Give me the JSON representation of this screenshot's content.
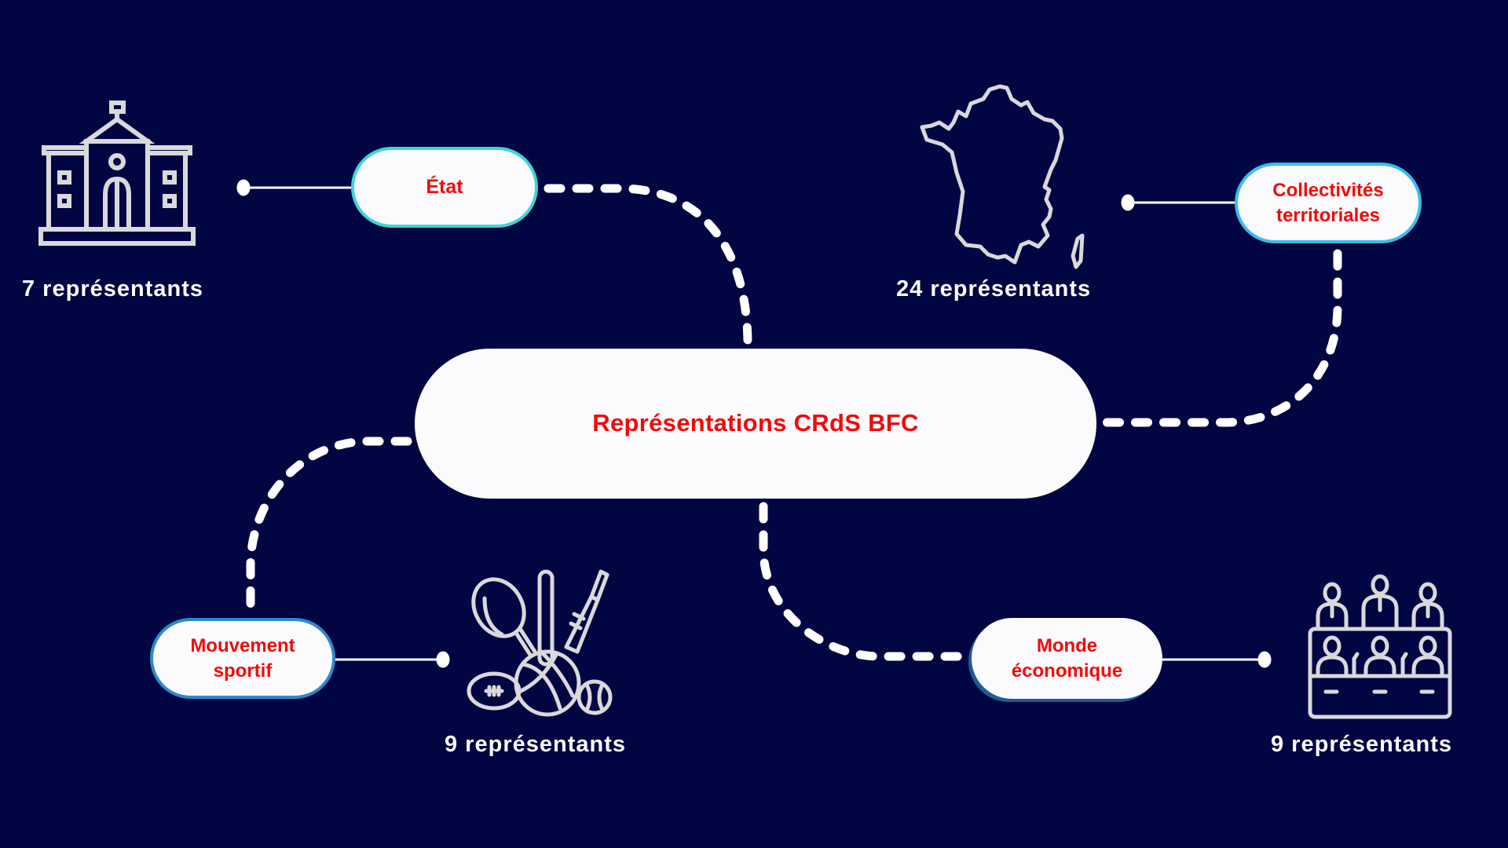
{
  "diagram": {
    "title": "Représentations CRdS BFC",
    "colors": {
      "background": "#010541",
      "pill_fill": "#fbfbfd",
      "label_text": "#f20a0a",
      "count_text": "#ffffff",
      "connector": "#ffffff",
      "icon_stroke": "#d9d9dc",
      "etat_border": "#3dd4d6",
      "collectivites_border": "#38bdeb",
      "sport_border": "#2f88cc",
      "eco_shadow": "#1f5a92"
    },
    "nodes": [
      {
        "id": "etat",
        "label_lines": [
          "État"
        ],
        "count_label": "7 représentants",
        "count": 7,
        "icon": "government-building-icon"
      },
      {
        "id": "collectivites",
        "label_lines": [
          "Collectivités",
          "territoriales"
        ],
        "count_label": "24 représentants",
        "count": 24,
        "icon": "france-map-icon"
      },
      {
        "id": "sport",
        "label_lines": [
          "Mouvement",
          "sportif"
        ],
        "count_label": "9 représentants",
        "count": 9,
        "icon": "sports-equipment-icon"
      },
      {
        "id": "eco",
        "label_lines": [
          "Monde",
          "économique"
        ],
        "count_label": "9 représentants",
        "count": 9,
        "icon": "council-assembly-icon"
      }
    ]
  }
}
